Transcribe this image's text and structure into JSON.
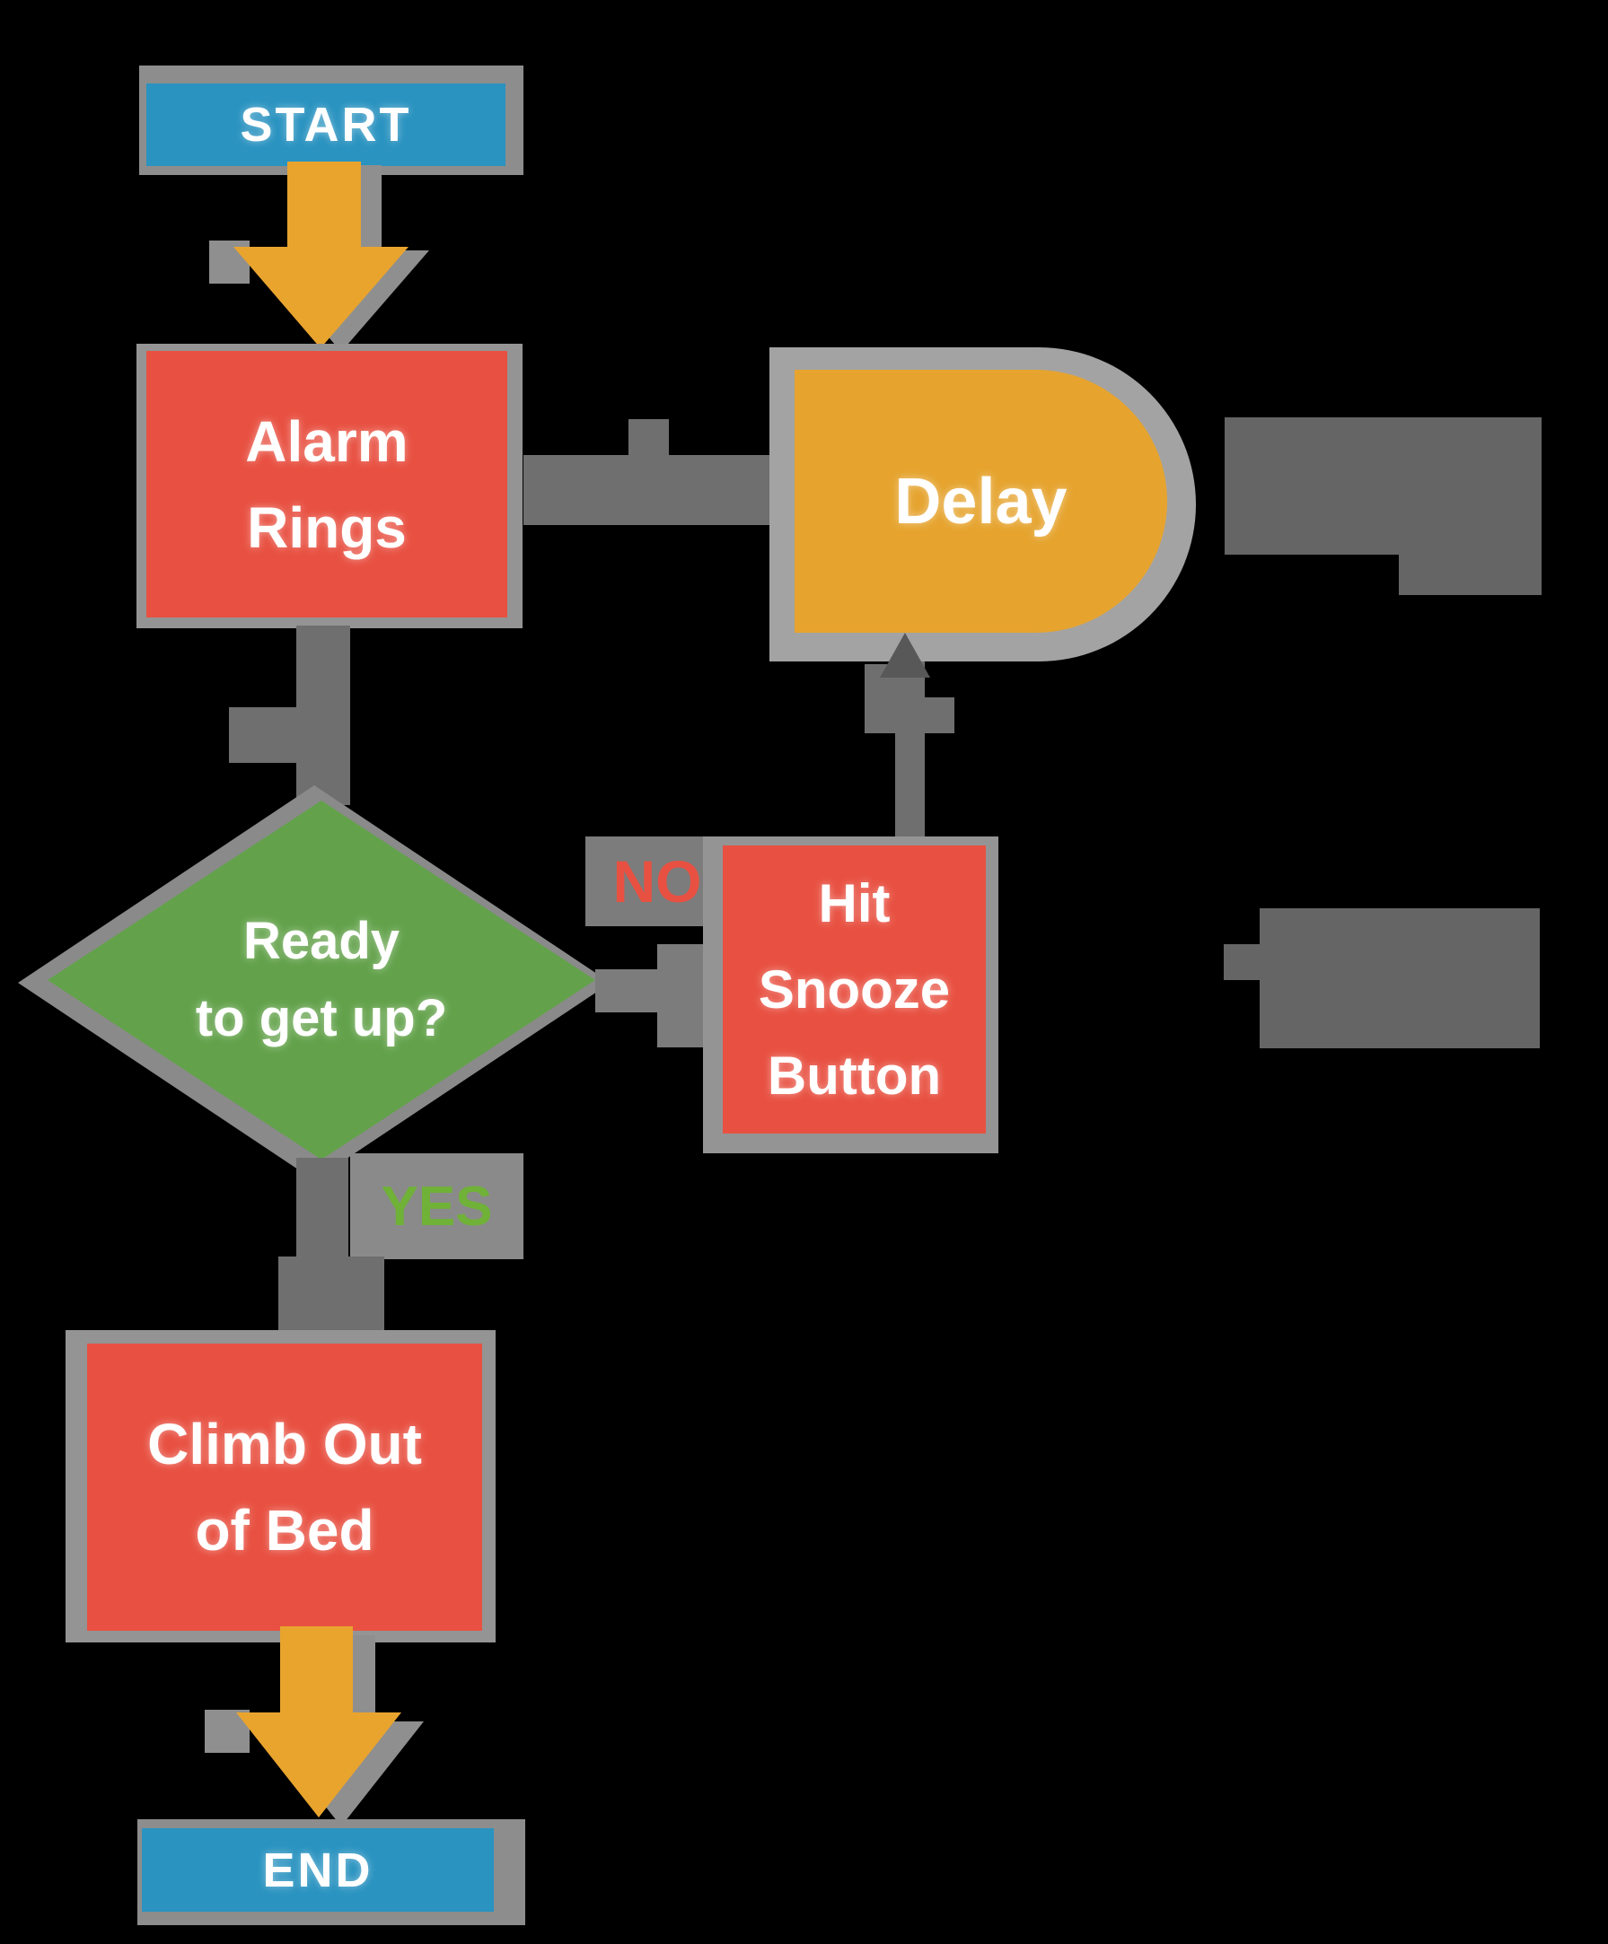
{
  "diagram": {
    "type": "flowchart",
    "background_color": "#000000",
    "nodes": {
      "start": {
        "label": "START",
        "shape": "terminator",
        "fill": "#2a93c0",
        "text_color": "#ffffff"
      },
      "alarm": {
        "line1": "Alarm",
        "line2": "Rings",
        "shape": "process",
        "fill": "#e85142",
        "text_color": "#ffffff"
      },
      "delay": {
        "label": "Delay",
        "shape": "delay",
        "fill": "#e6a42f",
        "text_color": "#ffffff"
      },
      "ready": {
        "line1": "Ready",
        "line2": "to get up?",
        "shape": "decision",
        "fill": "#63a24b",
        "text_color": "#ffffff"
      },
      "snooze": {
        "line1": "Hit",
        "line2": "Snooze",
        "line3": "Button",
        "shape": "process",
        "fill": "#e85142",
        "text_color": "#ffffff"
      },
      "climb": {
        "line1": "Climb Out",
        "line2": "of Bed",
        "shape": "process",
        "fill": "#e85142",
        "text_color": "#ffffff"
      },
      "end": {
        "label": "END",
        "shape": "terminator",
        "fill": "#2a93c0",
        "text_color": "#ffffff"
      }
    },
    "edge_labels": {
      "no": {
        "label": "NO",
        "color": "#e85142"
      },
      "yes": {
        "label": "YES",
        "color": "#6fb237"
      }
    },
    "edges": [
      {
        "from": "start",
        "to": "alarm",
        "style": "orange-arrow"
      },
      {
        "from": "alarm",
        "to": "delay",
        "style": "gray-line"
      },
      {
        "from": "alarm",
        "to": "ready",
        "style": "gray-line"
      },
      {
        "from": "ready",
        "to": "snooze",
        "style": "gray-line",
        "label": "NO"
      },
      {
        "from": "snooze",
        "to": "delay",
        "style": "gray-line-arrow-up"
      },
      {
        "from": "ready",
        "to": "climb",
        "style": "gray-line",
        "label": "YES"
      },
      {
        "from": "climb",
        "to": "end",
        "style": "orange-arrow"
      }
    ],
    "colors": {
      "connector_gray": "#6f6f6f",
      "frame_gray": "#949494",
      "shadow_gray": "#8a8a8a",
      "artifact_blob_gray": "#656565",
      "orange_arrow": "#e9a42e"
    }
  }
}
